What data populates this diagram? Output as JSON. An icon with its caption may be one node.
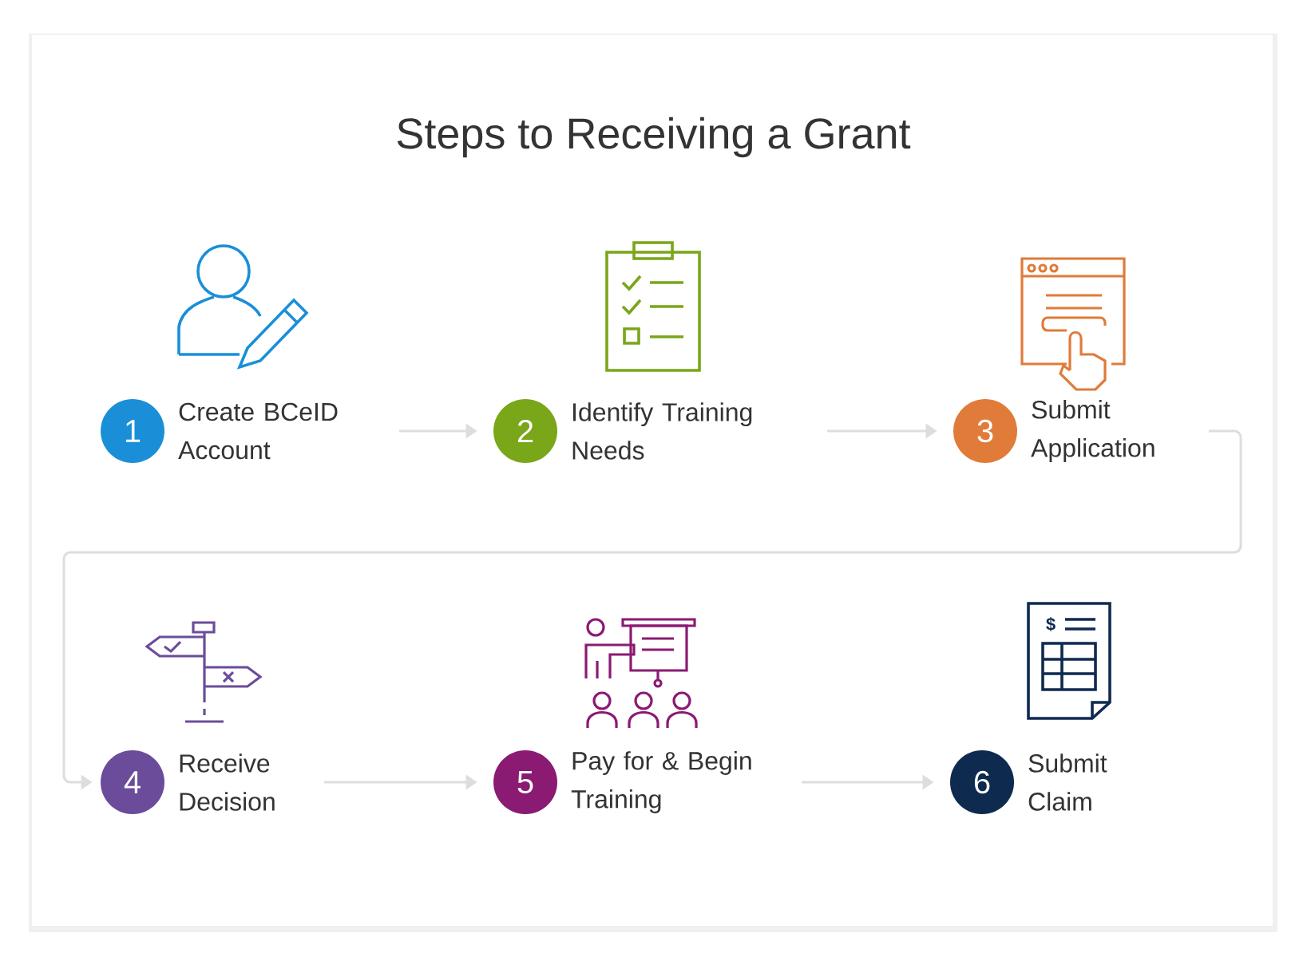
{
  "diagram": {
    "title": "Steps to Receiving a Grant",
    "nodes": [
      {
        "text": [
          "1"
        ],
        "beside": [
          "Create BCeID Account"
        ]
      },
      {
        "text": [
          "2"
        ],
        "beside": [
          "Identify Training Needs"
        ]
      },
      {
        "text": [
          "3"
        ],
        "beside": [
          "Submit Application"
        ]
      },
      {
        "text": [
          "4"
        ],
        "beside": [
          "Receive Decision"
        ]
      },
      {
        "text": [
          "5"
        ],
        "beside": [
          "Pay for & Begin Training"
        ]
      },
      {
        "text": [
          "6"
        ],
        "beside": [
          "Submit Claim"
        ]
      }
    ],
    "edges": [
      {
        "from": 0,
        "to": 1,
        "arrow": "to"
      },
      {
        "from": 1,
        "to": 2,
        "arrow": "to"
      },
      {
        "from": 2,
        "to": 3,
        "arrow": "to"
      },
      {
        "from": 3,
        "to": 4,
        "arrow": "to"
      },
      {
        "from": 4,
        "to": 5,
        "arrow": "to"
      }
    ],
    "labels": [
      "$"
    ]
  }
}
